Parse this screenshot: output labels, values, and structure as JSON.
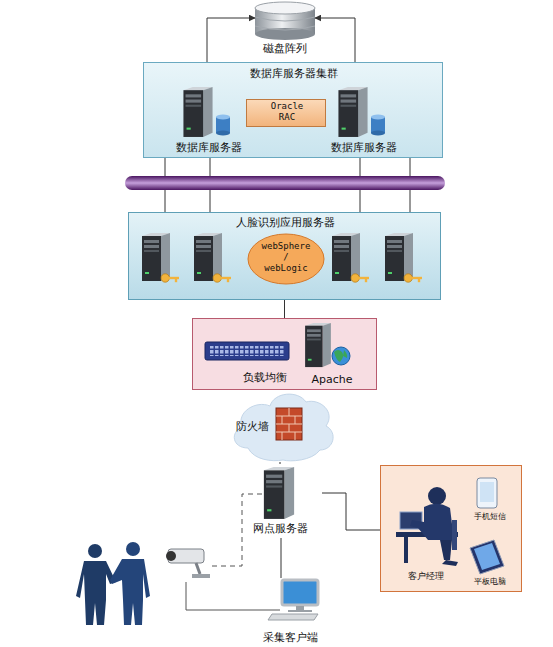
{
  "diagram": {
    "nodes": [
      {
        "text": [
          "磁盘阵列"
        ]
      },
      {
        "text": [
          "数据库服务器集群"
        ]
      },
      {
        "text": [
          "数据库服务器"
        ],
        "in": 1
      },
      {
        "text": [
          "Oracle RAC"
        ],
        "in": 1
      },
      {
        "text": [
          "数据库服务器"
        ],
        "in": 1
      },
      {
        "text": [
          "人脸识别应用服务器"
        ]
      },
      {
        "text": [
          "webSphere / webLogic"
        ],
        "in": 5
      },
      {
        "text": [
          "负载均衡",
          "Apache"
        ]
      },
      {
        "text": [
          "防火墙"
        ]
      },
      {
        "text": [
          "网点服务器"
        ]
      },
      {
        "text": [
          "客户经理"
        ]
      },
      {
        "text": [
          "手机短信"
        ],
        "in": 10
      },
      {
        "text": [
          "平板电脑"
        ],
        "in": 10
      },
      {
        "text": [
          "采集客户端"
        ]
      }
    ],
    "edges": [
      {
        "from": 1,
        "to": 0,
        "arrow": "to"
      },
      {
        "from": 1,
        "to": 0,
        "arrow": "to"
      },
      {
        "from": 5,
        "to": 7,
        "arrow": "none"
      },
      {
        "from": 7,
        "to": 8,
        "arrow": "none"
      },
      {
        "from": 8,
        "to": 9,
        "arrow": "none"
      },
      {
        "from": 9,
        "to": 10,
        "arrow": "none"
      },
      {
        "from": 9,
        "to": 13,
        "arrow": "none"
      }
    ]
  }
}
